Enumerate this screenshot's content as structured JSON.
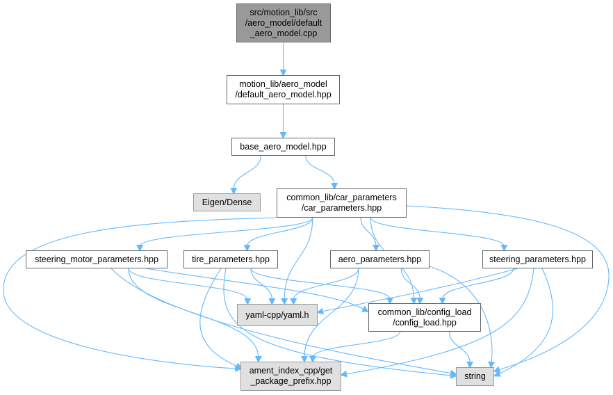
{
  "graph": {
    "nodes": {
      "root": {
        "lines": [
          "src/motion_lib/src",
          "/aero_model/default",
          "_aero_model.cpp"
        ]
      },
      "da": {
        "lines": [
          "motion_lib/aero_model",
          "/default_aero_model.hpp"
        ]
      },
      "base": {
        "lines": [
          "base_aero_model.hpp"
        ]
      },
      "eigen": {
        "lines": [
          "Eigen/Dense"
        ]
      },
      "car": {
        "lines": [
          "common_lib/car_parameters",
          "/car_parameters.hpp"
        ]
      },
      "smp": {
        "lines": [
          "steering_motor_parameters.hpp"
        ]
      },
      "tire": {
        "lines": [
          "tire_parameters.hpp"
        ]
      },
      "aero": {
        "lines": [
          "aero_parameters.hpp"
        ]
      },
      "steer": {
        "lines": [
          "steering_parameters.hpp"
        ]
      },
      "yaml": {
        "lines": [
          "yaml-cpp/yaml.h"
        ]
      },
      "config": {
        "lines": [
          "common_lib/config_load",
          "/config_load.hpp"
        ]
      },
      "ament": {
        "lines": [
          "ament_index_cpp/get",
          "_package_prefix.hpp"
        ]
      },
      "string": {
        "lines": [
          "string"
        ]
      }
    },
    "edges": [
      [
        "root",
        "da"
      ],
      [
        "da",
        "base"
      ],
      [
        "base",
        "eigen"
      ],
      [
        "base",
        "car"
      ],
      [
        "car",
        "smp"
      ],
      [
        "car",
        "tire"
      ],
      [
        "car",
        "aero"
      ],
      [
        "car",
        "steer"
      ],
      [
        "car",
        "yaml"
      ],
      [
        "car",
        "config"
      ],
      [
        "car",
        "ament"
      ],
      [
        "car",
        "string"
      ],
      [
        "smp",
        "yaml"
      ],
      [
        "smp",
        "config"
      ],
      [
        "smp",
        "ament"
      ],
      [
        "smp",
        "string"
      ],
      [
        "tire",
        "yaml"
      ],
      [
        "tire",
        "config"
      ],
      [
        "tire",
        "ament"
      ],
      [
        "tire",
        "string"
      ],
      [
        "aero",
        "yaml"
      ],
      [
        "aero",
        "config"
      ],
      [
        "aero",
        "ament"
      ],
      [
        "aero",
        "string"
      ],
      [
        "steer",
        "yaml"
      ],
      [
        "steer",
        "config"
      ],
      [
        "steer",
        "ament"
      ],
      [
        "steer",
        "string"
      ],
      [
        "config",
        "ament"
      ],
      [
        "config",
        "string"
      ]
    ],
    "colors": {
      "edge": "#63b8ff",
      "root_fill": "#999999",
      "external_fill": "#e0e0e0"
    }
  }
}
